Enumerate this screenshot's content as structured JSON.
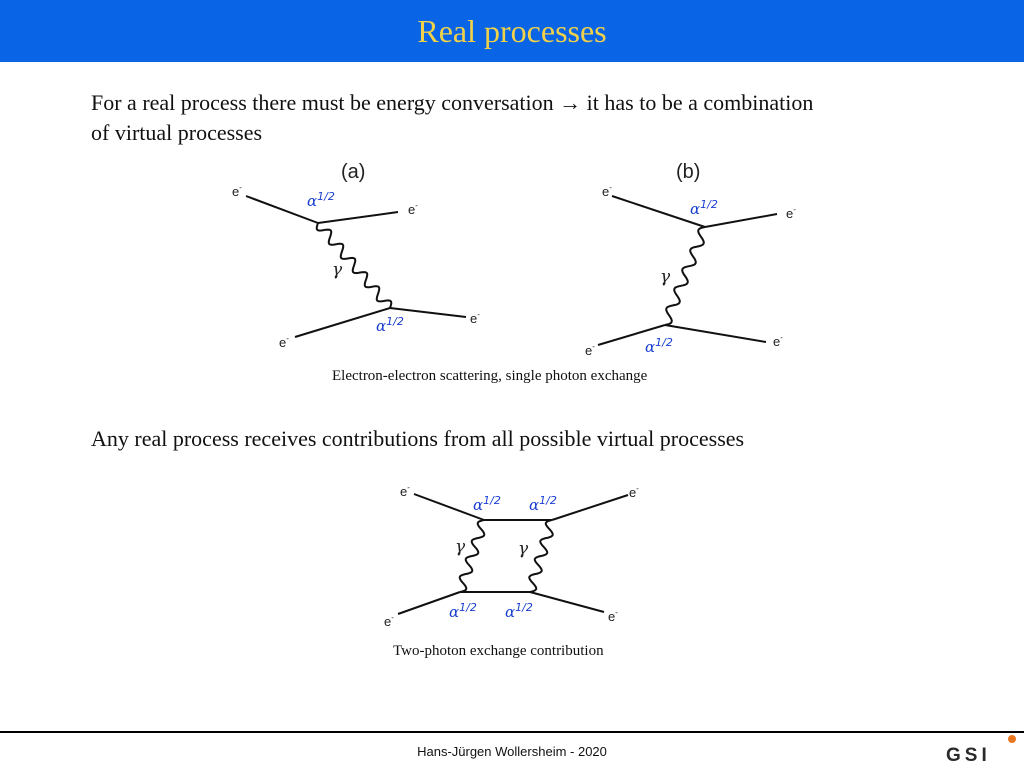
{
  "slide": {
    "title": "Real processes",
    "para1_line1": "For a real process there must be energy conversation → it has to be a combination",
    "para1_line2": "of virtual processes",
    "caption1": "Electron-electron scattering, single photon exchange",
    "para2": "Any real process receives contributions from all possible virtual processes",
    "caption2": "Two-photon exchange contribution",
    "footer": "Hans-Jürgen Wollersheim  - 2020",
    "logo_text": "GSI"
  },
  "diagrams": {
    "panel_a": "(a)",
    "panel_b": "(b)",
    "electron_base": "e",
    "electron_sup": "-",
    "photon": "γ",
    "alpha_base": "α",
    "alpha_exp": "1/2"
  },
  "colors": {
    "title_bar": "#0a64e6",
    "title_text": "#f0d24a",
    "alpha_label": "#1a3fd0",
    "logo_dot": "#e87722"
  }
}
